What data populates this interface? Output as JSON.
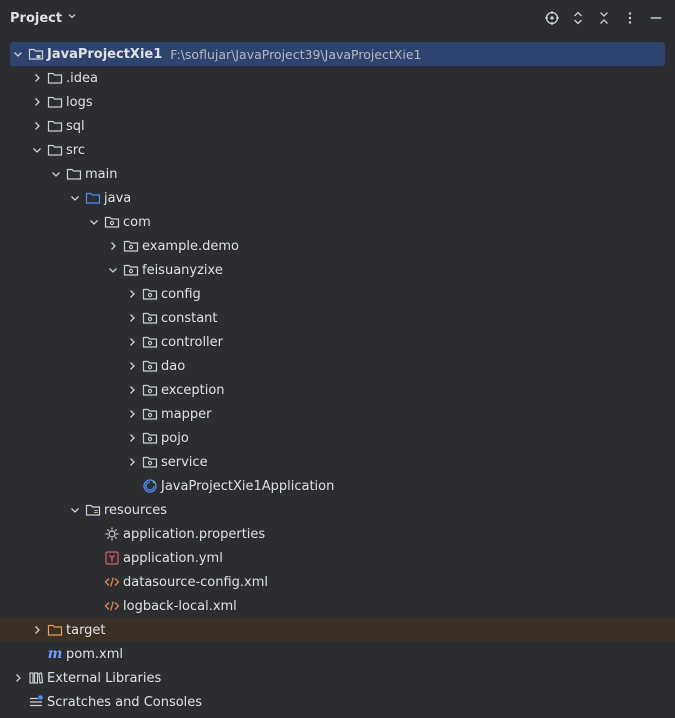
{
  "header": {
    "title": "Project",
    "actions": [
      "locate-icon",
      "expand-collapse-icon",
      "collapse-all-icon",
      "more-icon",
      "minimize-icon"
    ]
  },
  "tree": [
    {
      "label": "JavaProjectXie1",
      "path": "F:\\soflujar\\JavaProject39\\JavaProjectXie1",
      "depth": 0,
      "expander": "down",
      "icon": "module-folder",
      "bold": true,
      "state": "selected"
    },
    {
      "label": ".idea",
      "depth": 1,
      "expander": "right",
      "icon": "folder"
    },
    {
      "label": "logs",
      "depth": 1,
      "expander": "right",
      "icon": "folder"
    },
    {
      "label": "sql",
      "depth": 1,
      "expander": "right",
      "icon": "folder"
    },
    {
      "label": "src",
      "depth": 1,
      "expander": "down",
      "icon": "folder"
    },
    {
      "label": "main",
      "depth": 2,
      "expander": "down",
      "icon": "folder"
    },
    {
      "label": "java",
      "depth": 3,
      "expander": "down",
      "icon": "source-folder"
    },
    {
      "label": "com",
      "depth": 4,
      "expander": "down",
      "icon": "package"
    },
    {
      "label": "example.demo",
      "depth": 5,
      "expander": "right",
      "icon": "package"
    },
    {
      "label": "feisuanyzixe",
      "depth": 5,
      "expander": "down",
      "icon": "package"
    },
    {
      "label": "config",
      "depth": 6,
      "expander": "right",
      "icon": "package"
    },
    {
      "label": "constant",
      "depth": 6,
      "expander": "right",
      "icon": "package"
    },
    {
      "label": "controller",
      "depth": 6,
      "expander": "right",
      "icon": "package"
    },
    {
      "label": "dao",
      "depth": 6,
      "expander": "right",
      "icon": "package"
    },
    {
      "label": "exception",
      "depth": 6,
      "expander": "right",
      "icon": "package"
    },
    {
      "label": "mapper",
      "depth": 6,
      "expander": "right",
      "icon": "package"
    },
    {
      "label": "pojo",
      "depth": 6,
      "expander": "right",
      "icon": "package"
    },
    {
      "label": "service",
      "depth": 6,
      "expander": "right",
      "icon": "package"
    },
    {
      "label": "JavaProjectXie1Application",
      "depth": 6,
      "expander": "none",
      "icon": "spring-class"
    },
    {
      "label": "resources",
      "depth": 3,
      "expander": "down",
      "icon": "resources-folder"
    },
    {
      "label": "application.properties",
      "depth": 4,
      "expander": "none",
      "icon": "properties-file"
    },
    {
      "label": "application.yml",
      "depth": 4,
      "expander": "none",
      "icon": "yaml-file"
    },
    {
      "label": "datasource-config.xml",
      "depth": 4,
      "expander": "none",
      "icon": "xml-file"
    },
    {
      "label": "logback-local.xml",
      "depth": 4,
      "expander": "none",
      "icon": "xml-file"
    },
    {
      "label": "target",
      "depth": 1,
      "expander": "right",
      "icon": "excluded-folder",
      "state": "excluded"
    },
    {
      "label": "pom.xml",
      "depth": 1,
      "expander": "none",
      "icon": "maven-file",
      "icon_glyph": "m"
    },
    {
      "label": "External Libraries",
      "depth": 0,
      "expander": "right",
      "icon": "library"
    },
    {
      "label": "Scratches and Consoles",
      "depth": 0,
      "expander": "none",
      "icon": "scratches"
    }
  ],
  "colors": {
    "background": "#2b2d30",
    "selected_row": "#2e436e",
    "excluded_row": "#3b3025",
    "text": "#dfe1e5",
    "path_text": "#b4b8bf",
    "folder_icon": "#ced0d6",
    "source_folder_icon": "#548af7",
    "excluded_folder_icon": "#e3a05a",
    "yaml_icon": "#db5c5c",
    "xml_icon": "#e08855",
    "maven_icon": "#6e9eff",
    "spring_icon": "#548af7"
  }
}
